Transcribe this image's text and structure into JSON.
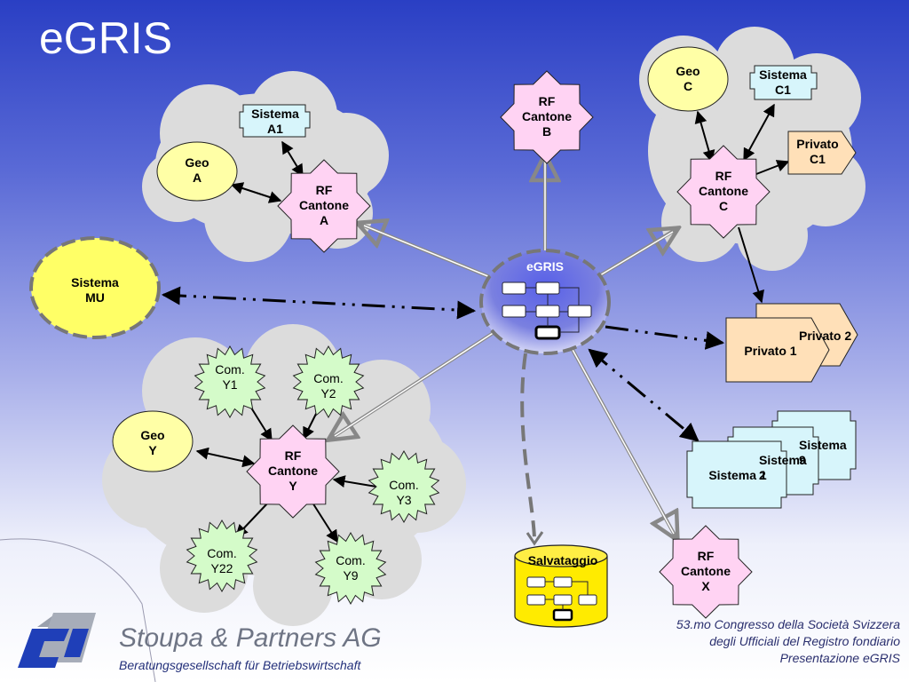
{
  "title": "eGRIS",
  "hub": {
    "label": "eGRIS"
  },
  "backup": {
    "label": "Salvataggio"
  },
  "cluster_a": {
    "system": [
      "Sistema",
      "A1"
    ],
    "geo": [
      "Geo",
      "A"
    ],
    "rf": [
      "RF",
      "Cantone",
      "A"
    ]
  },
  "cluster_b": {
    "rf": [
      "RF",
      "Cantone",
      "B"
    ]
  },
  "cluster_c": {
    "geo": [
      "Geo",
      "C"
    ],
    "system": [
      "Sistema",
      "C1"
    ],
    "private": [
      "Privato",
      "C1"
    ],
    "rf": [
      "RF",
      "Cantone",
      "C"
    ]
  },
  "sistema_mu": [
    "Sistema",
    "MU"
  ],
  "privates": {
    "back": "Privato 2",
    "front": "Privato 1"
  },
  "systems_stack": {
    "back": "Sistema 9",
    "middle": "Sistema 2",
    "front": "Sistema 1"
  },
  "cluster_y": {
    "geo": [
      "Geo",
      "Y"
    ],
    "rf": [
      "RF",
      "Cantone",
      "Y"
    ],
    "com_y1": [
      "Com.",
      "Y1"
    ],
    "com_y2": [
      "Com.",
      "Y2"
    ],
    "com_y3": [
      "Com.",
      "Y3"
    ],
    "com_y22": [
      "Com.",
      "Y22"
    ],
    "com_y9": [
      "Com.",
      "Y9"
    ]
  },
  "rf_x": [
    "RF",
    "Cantone",
    "X"
  ],
  "company": {
    "name": "Stoupa & Partners AG",
    "tagline": "Beratungsgesellschaft für Betriebswirtschaft"
  },
  "footer": {
    "line1": "53.mo Congresso della Società Svizzera",
    "line2": "degli Ufficiali del Registro fondiario",
    "line3": "Presentazione eGRIS"
  },
  "colors": {
    "rf_fill": "#ffd3f3",
    "com_fill": "#d4fbc9",
    "geo_fill": "#ffffa6",
    "system_fill": "#d7f5fb",
    "private_fill": "#ffe0b8",
    "hub_fill": "#4a50d4",
    "cloud_fill": "#dcdcdc"
  }
}
